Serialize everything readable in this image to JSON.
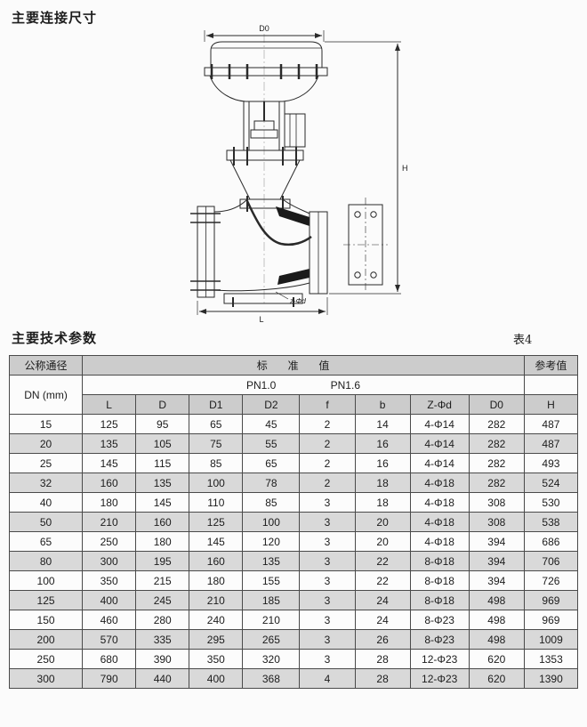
{
  "page": {
    "section_connection_title": "主要连接尺寸",
    "section_parameters_title": "主要技术参数",
    "table_caption": "表4"
  },
  "diagram": {
    "labels": {
      "d0": "D0",
      "h": "H",
      "l": "L",
      "z_phi_d": "z-Φd"
    }
  },
  "table": {
    "header": {
      "nominal_diameter": "公称通径",
      "standard_value": "标准值",
      "reference_value": "参考值",
      "dn_unit": "DN (mm)",
      "pn_labels": [
        "PN1.0",
        "PN1.6"
      ],
      "columns": [
        "L",
        "D",
        "D1",
        "D2",
        "f",
        "b",
        "Z-Φd",
        "D0",
        "H"
      ]
    },
    "rows": [
      {
        "dn": "15",
        "values": [
          "125",
          "95",
          "65",
          "45",
          "2",
          "14",
          "4-Φ14",
          "282",
          "487"
        ]
      },
      {
        "dn": "20",
        "values": [
          "135",
          "105",
          "75",
          "55",
          "2",
          "16",
          "4-Φ14",
          "282",
          "487"
        ]
      },
      {
        "dn": "25",
        "values": [
          "145",
          "115",
          "85",
          "65",
          "2",
          "16",
          "4-Φ14",
          "282",
          "493"
        ]
      },
      {
        "dn": "32",
        "values": [
          "160",
          "135",
          "100",
          "78",
          "2",
          "18",
          "4-Φ18",
          "282",
          "524"
        ]
      },
      {
        "dn": "40",
        "values": [
          "180",
          "145",
          "110",
          "85",
          "3",
          "18",
          "4-Φ18",
          "308",
          "530"
        ]
      },
      {
        "dn": "50",
        "values": [
          "210",
          "160",
          "125",
          "100",
          "3",
          "20",
          "4-Φ18",
          "308",
          "538"
        ]
      },
      {
        "dn": "65",
        "values": [
          "250",
          "180",
          "145",
          "120",
          "3",
          "20",
          "4-Φ18",
          "394",
          "686"
        ]
      },
      {
        "dn": "80",
        "values": [
          "300",
          "195",
          "160",
          "135",
          "3",
          "22",
          "8-Φ18",
          "394",
          "706"
        ]
      },
      {
        "dn": "100",
        "values": [
          "350",
          "215",
          "180",
          "155",
          "3",
          "22",
          "8-Φ18",
          "394",
          "726"
        ]
      },
      {
        "dn": "125",
        "values": [
          "400",
          "245",
          "210",
          "185",
          "3",
          "24",
          "8-Φ18",
          "498",
          "969"
        ]
      },
      {
        "dn": "150",
        "values": [
          "460",
          "280",
          "240",
          "210",
          "3",
          "24",
          "8-Φ23",
          "498",
          "969"
        ]
      },
      {
        "dn": "200",
        "values": [
          "570",
          "335",
          "295",
          "265",
          "3",
          "26",
          "8-Φ23",
          "498",
          "1009"
        ]
      },
      {
        "dn": "250",
        "values": [
          "680",
          "390",
          "350",
          "320",
          "3",
          "28",
          "12-Φ23",
          "620",
          "1353"
        ]
      },
      {
        "dn": "300",
        "values": [
          "790",
          "440",
          "400",
          "368",
          "4",
          "28",
          "12-Φ23",
          "620",
          "1390"
        ]
      }
    ]
  },
  "colors": {
    "page_bg": "#fbfbfb",
    "table_header_bg": "#cccccc",
    "table_alt_row_bg": "#d9d9d9",
    "table_row_bg": "#fcfcfc",
    "table_border": "#4a4a4a",
    "drawing_line": "#2a2a2a",
    "text": "#1c1c1c"
  }
}
